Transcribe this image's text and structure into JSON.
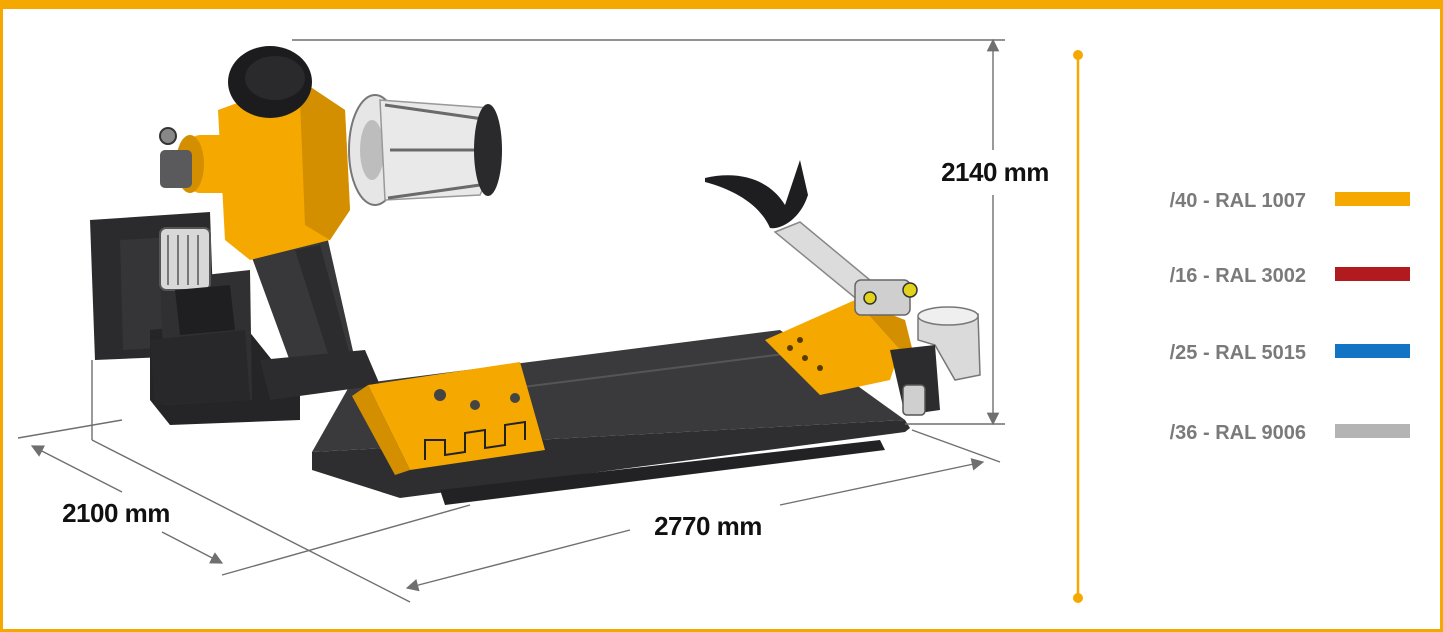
{
  "dimensions": {
    "height": "2140 mm",
    "width": "2100 mm",
    "length": "2770 mm"
  },
  "legend": [
    {
      "label": "/40 - RAL 1007",
      "color": "#f5a800"
    },
    {
      "label": "/16 - RAL 3002",
      "color": "#b11a1f"
    },
    {
      "label": "/25 - RAL 5015",
      "color": "#1474c4"
    },
    {
      "label": "/36 - RAL 9006",
      "color": "#b4b4b4"
    }
  ],
  "colors": {
    "frame": "#f5a800",
    "machine_body": "#2e2e30",
    "machine_accent": "#f5a800",
    "dimension_line": "#6f6f6f"
  }
}
